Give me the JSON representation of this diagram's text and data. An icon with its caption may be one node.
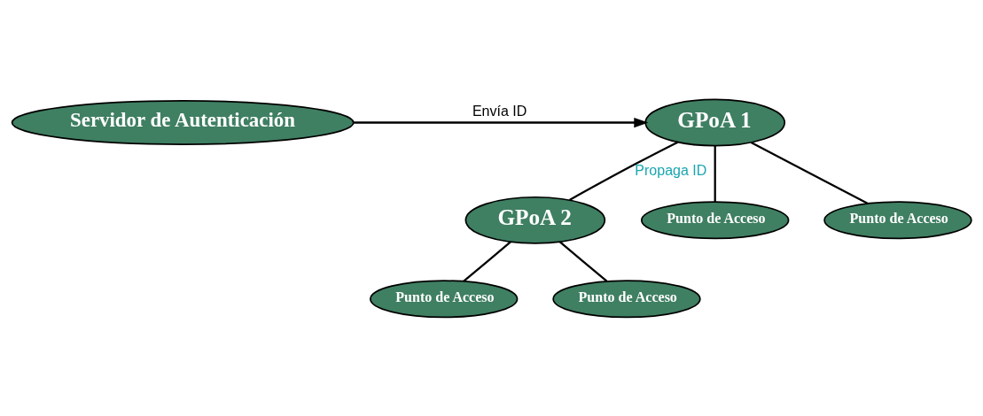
{
  "diagram": {
    "nodes": [
      {
        "text": [
          "Servidor de Autenticación"
        ]
      },
      {
        "text": [
          "GPoA 1"
        ]
      },
      {
        "text": [
          "GPoA 2"
        ]
      },
      {
        "text": [
          "Punto de Acceso"
        ]
      },
      {
        "text": [
          "Punto de Acceso"
        ]
      },
      {
        "text": [
          "Punto de Acceso"
        ]
      },
      {
        "text": [
          "Punto de Acceso"
        ]
      }
    ],
    "edges": [
      {
        "from": 0,
        "to": 1,
        "arrow": "to",
        "label": "Envía ID"
      },
      {
        "from": 1,
        "to": 2,
        "arrow": "none",
        "label": "Propaga ID"
      },
      {
        "from": 1,
        "to": 3,
        "arrow": "none"
      },
      {
        "from": 1,
        "to": 4,
        "arrow": "none"
      },
      {
        "from": 2,
        "to": 5,
        "arrow": "none"
      },
      {
        "from": 2,
        "to": 6,
        "arrow": "none"
      }
    ]
  }
}
